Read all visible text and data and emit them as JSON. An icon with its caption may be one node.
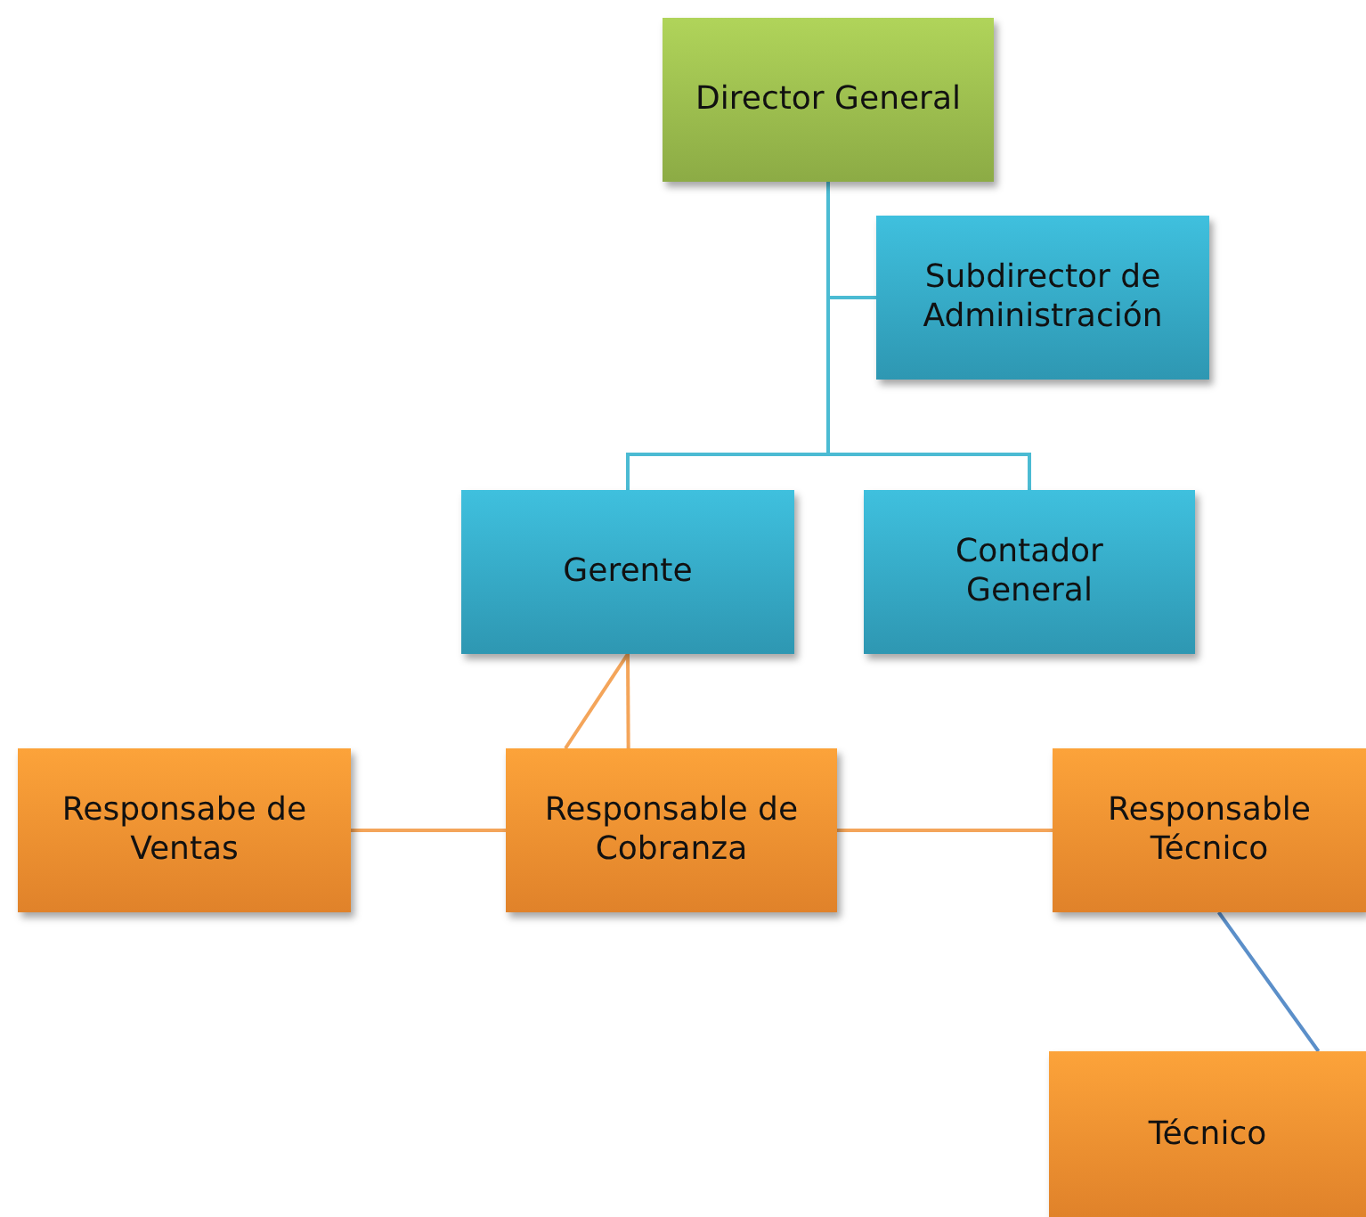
{
  "diagram": {
    "nodes": [
      {
        "text": [
          "Director General"
        ]
      },
      {
        "text": [
          "Subdirector de Administración"
        ]
      },
      {
        "text": [
          "Gerente"
        ]
      },
      {
        "text": [
          "Contador General"
        ]
      },
      {
        "text": [
          "Responsabe de Ventas"
        ]
      },
      {
        "text": [
          "Responsable de Cobranza"
        ]
      },
      {
        "text": [
          "Responsable Técnico"
        ]
      },
      {
        "text": [
          "Técnico"
        ]
      }
    ],
    "edges": [
      {
        "from": 0,
        "to": 1,
        "arrow": "none",
        "color": "#4bbbd3"
      },
      {
        "from": 0,
        "to": 2,
        "arrow": "none",
        "color": "#4bbbd3"
      },
      {
        "from": 0,
        "to": 3,
        "arrow": "none",
        "color": "#4bbbd3"
      },
      {
        "from": 2,
        "to": 5,
        "arrow": "none"
      },
      {
        "from": 2,
        "to": 5,
        "arrow": "none"
      },
      {
        "from": 5,
        "to": 4,
        "arrow": "none"
      },
      {
        "from": 5,
        "to": 6,
        "arrow": "none"
      },
      {
        "from": 6,
        "to": 7,
        "arrow": "none",
        "color": "#5b8fc9"
      }
    ]
  }
}
